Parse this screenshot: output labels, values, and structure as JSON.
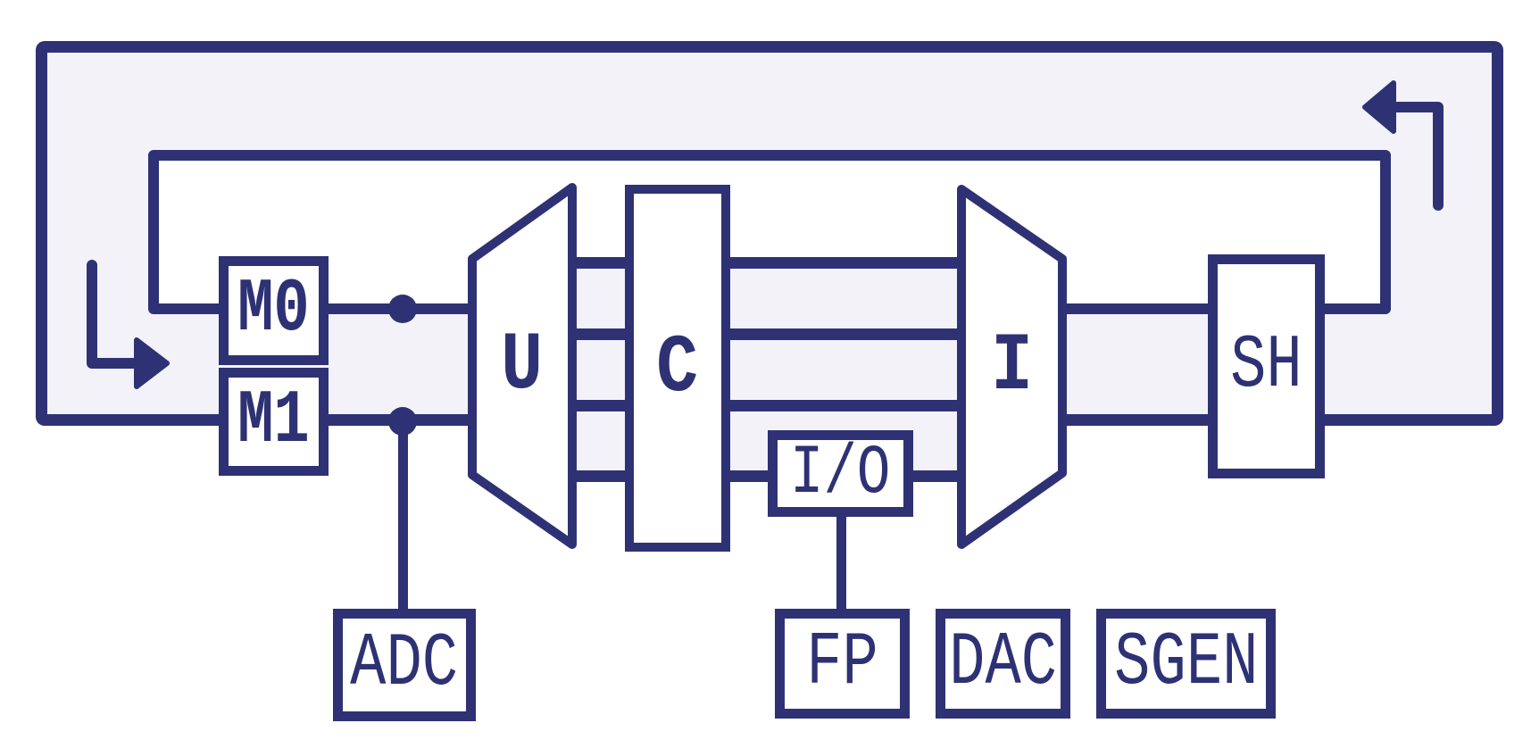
{
  "colors": {
    "line": "#2e3274",
    "panel": "#f3f2f9",
    "box": "#ffffff"
  },
  "labels": {
    "m0": "M0",
    "m1": "M1",
    "u": "U",
    "c": "C",
    "i": "I",
    "io": "I/O",
    "sh": "SH",
    "adc": "ADC",
    "fp": "FP",
    "dac": "DAC",
    "sgen": "SGEN"
  },
  "icons": {
    "enter": "corner-arrow-right",
    "exit": "corner-arrow-left",
    "junction": "junction-dot"
  }
}
